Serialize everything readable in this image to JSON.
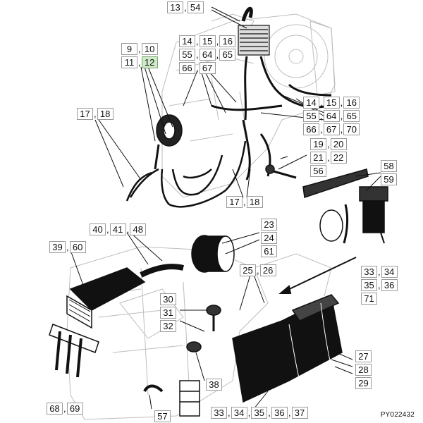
{
  "reference_code": "PY022432",
  "highlight_color": "#cfeac8",
  "callouts": [
    {
      "name": "callout-13-54",
      "rows": [
        [
          "13",
          "54"
        ]
      ]
    },
    {
      "name": "callout-14-67-top",
      "rows": [
        [
          "14",
          "15",
          "16"
        ],
        [
          "55",
          "64",
          "65"
        ],
        [
          "66",
          "67"
        ]
      ]
    },
    {
      "name": "callout-9-12",
      "rows": [
        [
          "9",
          "10"
        ],
        [
          "11",
          "12"
        ]
      ],
      "highlight": "12"
    },
    {
      "name": "callout-17-18-left",
      "rows": [
        [
          "17",
          "18"
        ]
      ]
    },
    {
      "name": "callout-14-70-right",
      "rows": [
        [
          "14",
          "15",
          "16"
        ],
        [
          "55",
          "64",
          "65"
        ],
        [
          "66",
          "67",
          "70"
        ]
      ]
    },
    {
      "name": "callout-19-22-56",
      "rows": [
        [
          "19",
          "20"
        ],
        [
          "21",
          "22"
        ],
        [
          "56"
        ]
      ]
    },
    {
      "name": "callout-58-59",
      "rows": [
        [
          "58"
        ],
        [
          "59"
        ]
      ]
    },
    {
      "name": "callout-17-18-center",
      "rows": [
        [
          "17",
          "18"
        ]
      ]
    },
    {
      "name": "callout-40-41-48",
      "rows": [
        [
          "40",
          "41",
          "48"
        ]
      ]
    },
    {
      "name": "callout-23-24-61",
      "rows": [
        [
          "23"
        ],
        [
          "24"
        ],
        [
          "61"
        ]
      ]
    },
    {
      "name": "callout-39-60",
      "rows": [
        [
          "39",
          "60"
        ]
      ]
    },
    {
      "name": "callout-25-26",
      "rows": [
        [
          "25",
          "26"
        ]
      ]
    },
    {
      "name": "callout-33-36-71",
      "rows": [
        [
          "33",
          "34"
        ],
        [
          "35",
          "36"
        ],
        [
          "71"
        ]
      ]
    },
    {
      "name": "callout-30-32",
      "rows": [
        [
          "30"
        ],
        [
          "31"
        ],
        [
          "32"
        ]
      ]
    },
    {
      "name": "callout-27-29",
      "rows": [
        [
          "27"
        ],
        [
          "28"
        ],
        [
          "29"
        ]
      ]
    },
    {
      "name": "callout-38",
      "rows": [
        [
          "38"
        ]
      ]
    },
    {
      "name": "callout-68-69",
      "rows": [
        [
          "68",
          "69"
        ]
      ]
    },
    {
      "name": "callout-57",
      "rows": [
        [
          "57"
        ]
      ]
    },
    {
      "name": "callout-33-37-bottom",
      "rows": [
        [
          "33",
          "34",
          "35",
          "36",
          "37"
        ]
      ]
    }
  ]
}
